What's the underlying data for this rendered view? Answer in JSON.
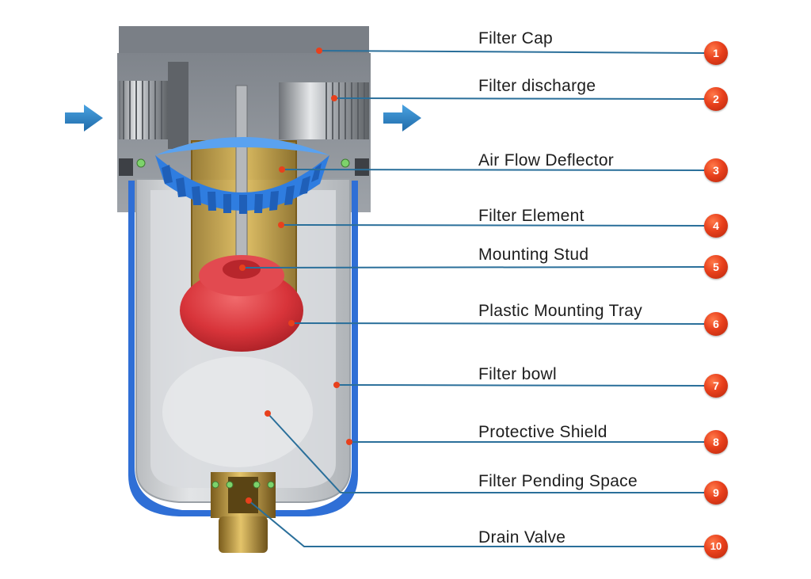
{
  "diagram": {
    "parts": [
      {
        "number": "1",
        "label": "Filter Cap"
      },
      {
        "number": "2",
        "label": "Filter discharge"
      },
      {
        "number": "3",
        "label": "Air Flow Deflector"
      },
      {
        "number": "4",
        "label": "Filter Element"
      },
      {
        "number": "5",
        "label": "Mounting Stud"
      },
      {
        "number": "6",
        "label": "Plastic Mounting Tray"
      },
      {
        "number": "7",
        "label": "Filter bowl"
      },
      {
        "number": "8",
        "label": "Protective Shield"
      },
      {
        "number": "9",
        "label": "Filter Pending Space"
      },
      {
        "number": "10",
        "label": "Drain Valve"
      }
    ]
  },
  "colors": {
    "leader_line": "#2a6f9a",
    "badge": "#e8401c",
    "flow_arrow": "#2d86c9",
    "shield": "#2f6fd6",
    "deflector": "#2f7de0",
    "mounting_tray": "#d8343a",
    "brass": "#c19a3a",
    "housing": "#8e9298"
  },
  "icons": {
    "inlet": "arrow-right-icon",
    "outlet": "arrow-right-icon"
  }
}
